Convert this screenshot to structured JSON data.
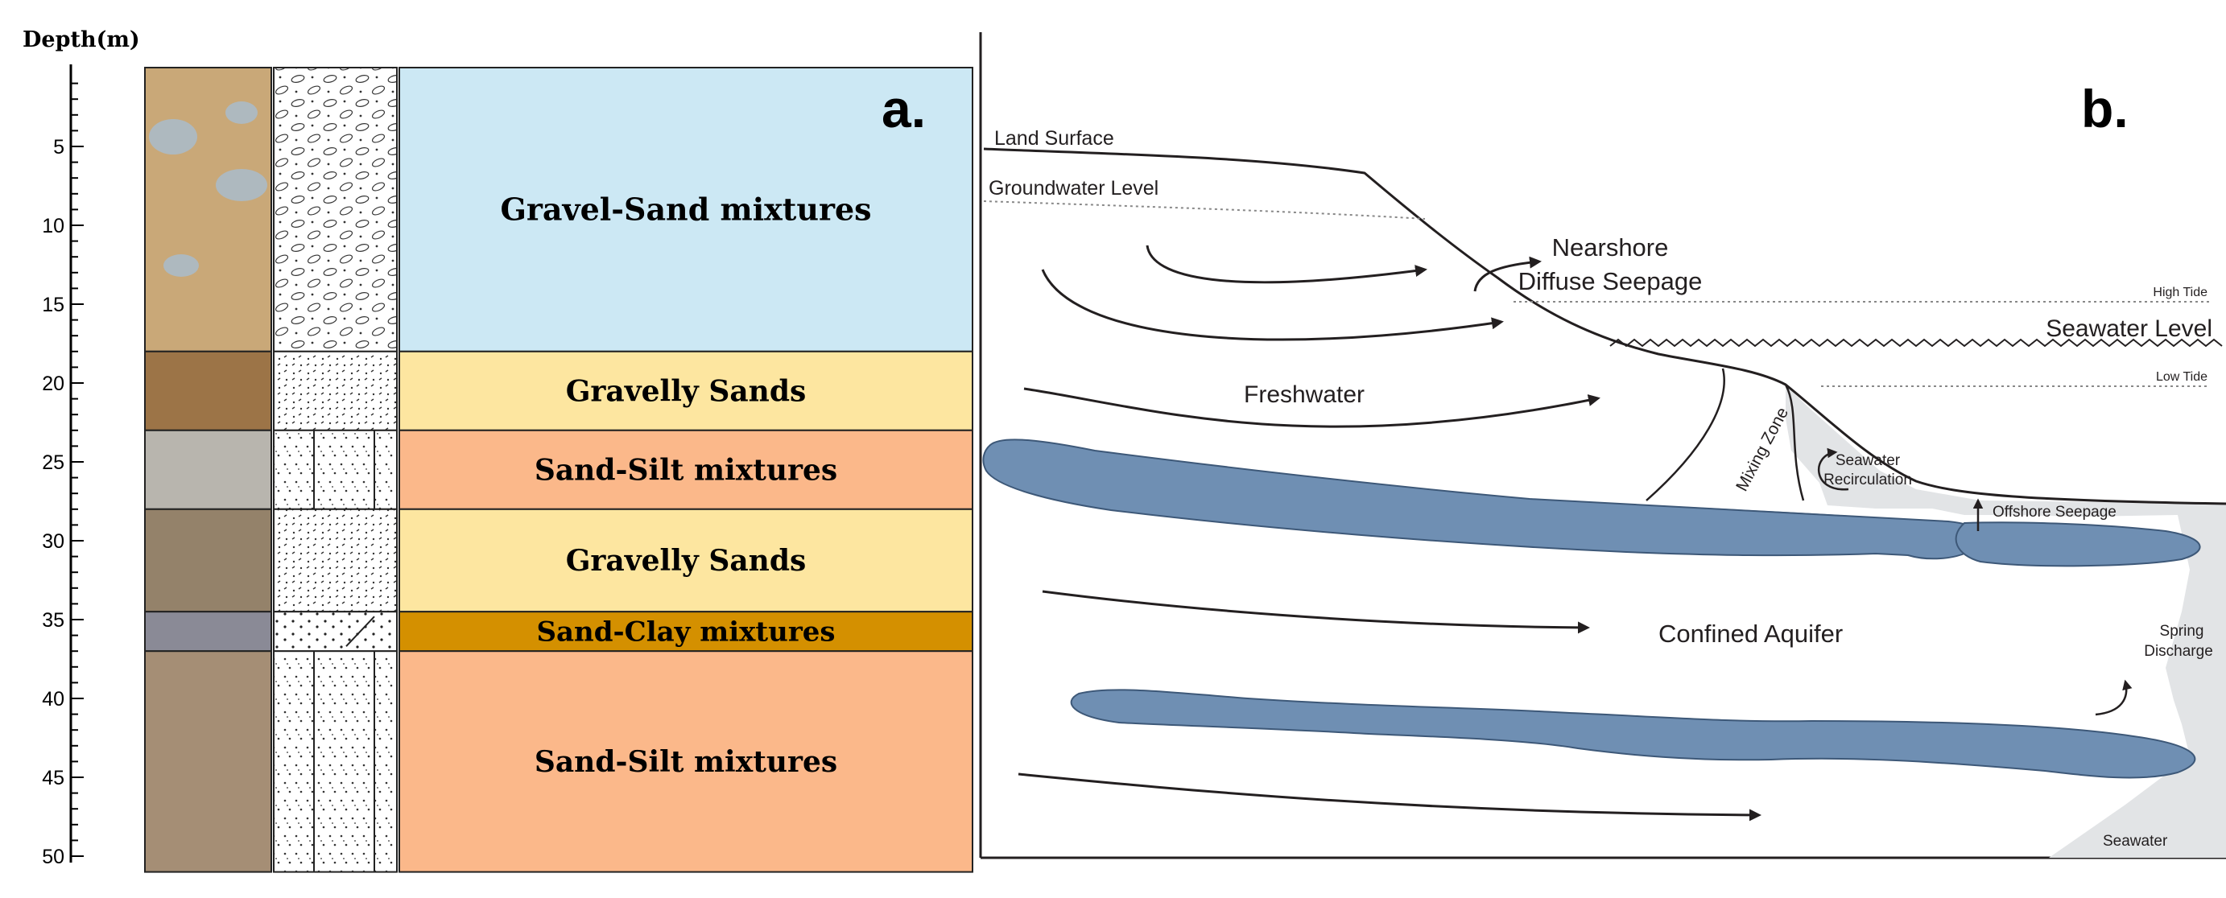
{
  "panel_a": {
    "panel_label": "a.",
    "axis_title": "Depth(m)",
    "ticks": [
      "5",
      "10",
      "15",
      "20",
      "25",
      "30",
      "35",
      "40",
      "45",
      "50"
    ],
    "layers": [
      {
        "label": "Gravel-Sand mixtures",
        "from_m": 0,
        "to_m": 18,
        "color": "#cce8f4"
      },
      {
        "label": "Gravelly Sands",
        "from_m": 18,
        "to_m": 23,
        "color": "#fde6a0"
      },
      {
        "label": "Sand-Silt mixtures",
        "from_m": 23,
        "to_m": 28,
        "color": "#fbb88a"
      },
      {
        "label": "Gravelly Sands",
        "from_m": 28,
        "to_m": 34.5,
        "color": "#fde6a0"
      },
      {
        "label": "Sand-Clay mixtures",
        "from_m": 34.5,
        "to_m": 37,
        "color": "#d49000"
      },
      {
        "label": "Sand-Silt mixtures",
        "from_m": 37,
        "to_m": 51,
        "color": "#fbb88a"
      }
    ]
  },
  "panel_b": {
    "panel_label": "b.",
    "labels": {
      "land_surface": "Land Surface",
      "groundwater_level": "Groundwater Level",
      "nearshore_1": "Nearshore",
      "nearshore_2": "Diffuse Seepage",
      "high_tide": "High Tide",
      "seawater_level": "Seawater Level",
      "low_tide": "Low Tide",
      "freshwater": "Freshwater",
      "mixing_zone": "Mixing Zone",
      "recirc_1": "Seawater",
      "recirc_2": "Recirculation",
      "offshore": "Offshore Seepage",
      "confined": "Confined Aquifer",
      "spring_1": "Spring",
      "spring_2": "Discharge",
      "seawater": "Seawater"
    },
    "colors": {
      "aquitard": "#6f8fb3",
      "seawater_zone": "#e2e4e6",
      "line": "#231f20"
    }
  }
}
